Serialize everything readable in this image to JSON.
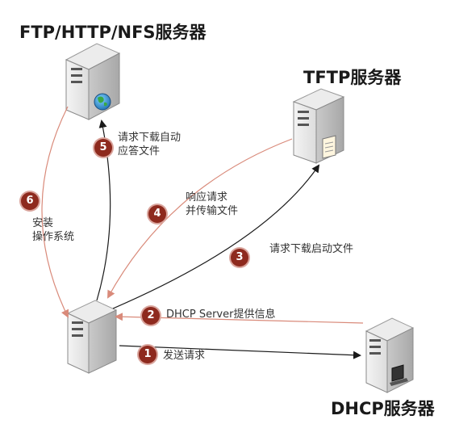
{
  "servers": {
    "ftp_title": "FTP/HTTP/NFS服务器",
    "tftp_title": "TFTP服务器",
    "dhcp_title": "DHCP服务器"
  },
  "steps": [
    {
      "num": "1",
      "text": "发送请求"
    },
    {
      "num": "2",
      "text": "DHCP Server提供信息"
    },
    {
      "num": "3",
      "text": "请求下载启动文件"
    },
    {
      "num": "4",
      "line1": "响应请求",
      "line2": "并传输文件"
    },
    {
      "num": "5",
      "line1": "请求下载自动",
      "line2": "应答文件"
    },
    {
      "num": "6",
      "line1": "安装",
      "line2": "操作系统"
    }
  ],
  "colors": {
    "request_arrow": "#1a1a1a",
    "response_arrow": "#d98a7a",
    "badge": "#8e2a1e"
  }
}
